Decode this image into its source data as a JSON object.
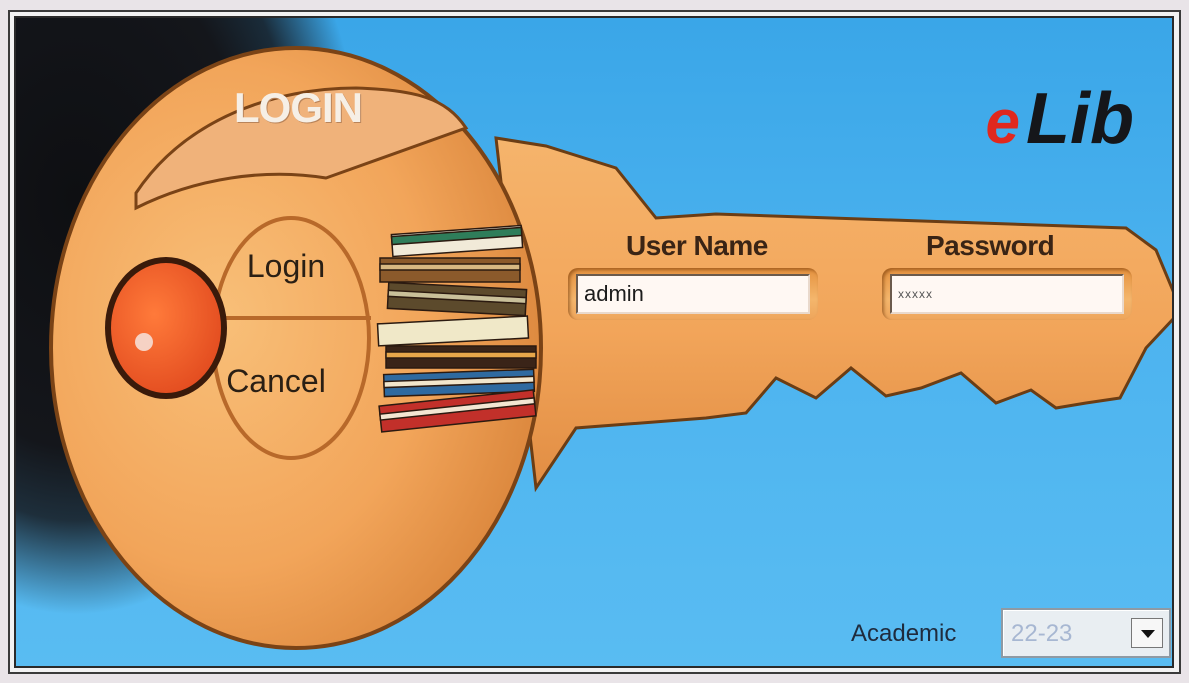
{
  "header": {
    "title": "LOGIN",
    "brand_prefix": "e",
    "brand_name": "Lib"
  },
  "actions": {
    "login_label": "Login",
    "cancel_label": "Cancel"
  },
  "form": {
    "username_label": "User Name",
    "username_value": "admin",
    "password_label": "Password",
    "password_value": "xxxxx"
  },
  "academic": {
    "label": "Academic",
    "selected": "22-23"
  },
  "icons": {
    "books": "books-stack-icon",
    "keyhole": "keyhole-icon",
    "dropdown": "chevron-down-icon"
  },
  "colors": {
    "key": "#f2a55a",
    "background": "#4cb3ef",
    "brand_e": "#e0281e",
    "keyhole": "#f05d2a"
  }
}
